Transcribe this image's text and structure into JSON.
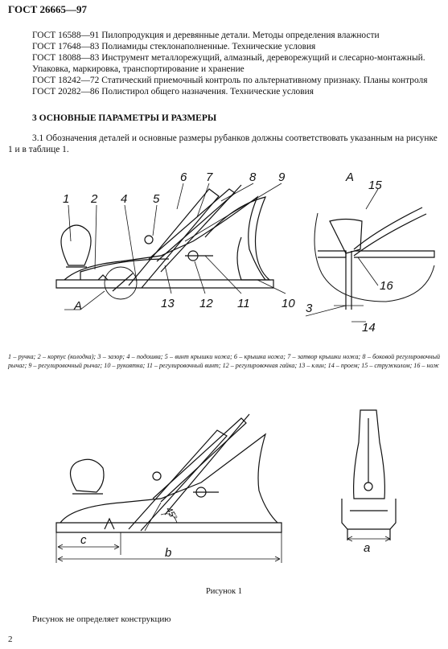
{
  "header": {
    "title": "ГОСТ 26665—97"
  },
  "standards": [
    {
      "code": "ГОСТ 16588—91",
      "title": "Пилопродукция и деревянные детали. Методы определения влажности"
    },
    {
      "code": "ГОСТ 17648—83",
      "title": "Полиамиды стеклонаполненные. Технические условия"
    },
    {
      "code": "ГОСТ 18088—83",
      "title": "Инструмент металлорежущий, алмазный, дереворежущий и слесарно-монтажный. Упаковка, маркировка, транспортирование и хранение"
    },
    {
      "code": "ГОСТ 18242—72",
      "title": "Статический приемочный контроль по альтернативному признаку. Планы контроля"
    },
    {
      "code": "ГОСТ 20282—86",
      "title": "Полистирол общего назначения. Технические условия"
    }
  ],
  "section": {
    "title": "3 ОСНОВНЫЕ ПАРАМЕТРЫ И РАЗМЕРЫ",
    "paragraph": "3.1 Обозначения деталей и основные размеры рубанков должны соответствовать указанным на рисунке 1 и в таблице 1."
  },
  "figure_top": {
    "labels": [
      "1",
      "2",
      "4",
      "5",
      "6",
      "7",
      "8",
      "9",
      "A",
      "13",
      "12",
      "11",
      "10"
    ],
    "detail": {
      "title": "A",
      "labels": [
        "15",
        "16",
        "3",
        "14"
      ]
    }
  },
  "legend": "1 – ручка; 2 – корпус (колодка); 3 – зазор; 4 – подошва; 5 – винт крышки ножа; 6 – крышка ножа; 7 – затвор крышки ножа; 8 – боковой регулировочный рычаг; 9 – регулировочный рычаг; 10 – рукоятка; 11 – регулировочный винт; 12 – регулировочная гайка; 13 – клин; 14 – проем; 15 – стружколом; 16 – нож",
  "figure_bottom": {
    "dim_c": "c",
    "dim_b": "b",
    "angle": "45°",
    "dim_a": "a"
  },
  "caption": "Рисунок 1",
  "note": "Рисунок не определяет конструкцию",
  "page_number": "2"
}
